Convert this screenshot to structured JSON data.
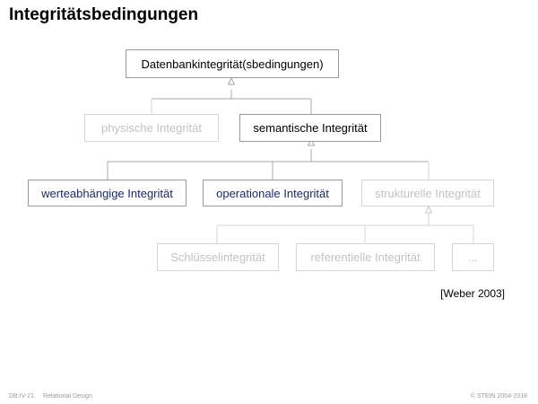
{
  "title": "Integritätsbedingungen",
  "nodes": {
    "root": "Datenbankintegrität(sbedingungen)",
    "physical": "physische Integrität",
    "semantic": "semantische Integrität",
    "value_dependent": "werteabhängige Integrität",
    "operational": "operationale Integrität",
    "structural": "strukturelle Integrität",
    "key": "Schlüsselintegrität",
    "referential": "referentielle Integrität",
    "more": "..."
  },
  "citation": "[Weber 2003]",
  "footer": {
    "chapter": "DB:IV-21",
    "topic": "Relational Design",
    "copyright": "© STEIN 2004-2018"
  }
}
